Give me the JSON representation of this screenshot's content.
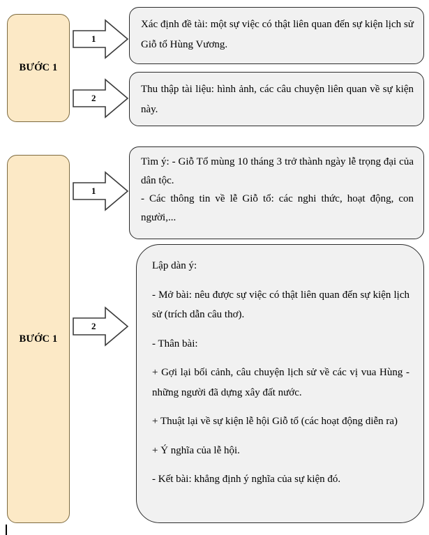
{
  "diagram": {
    "title": "Quy trinh viet bai van ke lai su kien lich su",
    "colors": {
      "step_fill": "#FCE9C6",
      "step_border": "#7D6A3F",
      "content_fill": "#F1F1F1",
      "content_border": "#2B2B2B",
      "arrow_fill": "#FFFFFF",
      "arrow_border": "#3A3A3A",
      "page_background": "#FFFFFF"
    },
    "groups": [
      {
        "step": {
          "label": "BƯỚC 1"
        },
        "branches": [
          {
            "number": "1",
            "content_lines": [
              "Xác định đề tài: một sự việc có thật liên quan đến sự kiện lịch sử Giỗ tổ Hùng Vương."
            ]
          },
          {
            "number": "2",
            "content_lines": [
              "Thu thập tài liệu: hình ảnh, các câu chuyện liên quan về sự kiện này."
            ]
          }
        ]
      },
      {
        "step": {
          "label": "BƯỚC 1"
        },
        "branches": [
          {
            "number": "1",
            "content_lines": [
              "Tìm ý: - Giỗ Tổ mùng 10 tháng 3 trở thành ngày lễ trọng đại của dân tộc.",
              "- Các thông tin về lễ Giỗ tổ: các nghi thức, hoạt động, con người,..."
            ]
          },
          {
            "number": "2",
            "content_lines": [
              "Lập dàn ý:",
              "- Mở bài: nêu được sự việc có thật liên quan đến sự kiện lịch sử (trích dẫn câu thơ).",
              "- Thân bài:",
              "+ Gợi lại bối cảnh, câu chuyện lịch sử về các vị vua Hùng - những người đã dựng xây đất nước.",
              "+ Thuật lại về sự kiện lễ hội Giỗ tổ (các hoạt động diễn ra)",
              "+ Ý nghĩa của lễ hội.",
              "- Kết bài: khẳng định ý nghĩa của sự kiện đó."
            ]
          }
        ]
      }
    ]
  }
}
